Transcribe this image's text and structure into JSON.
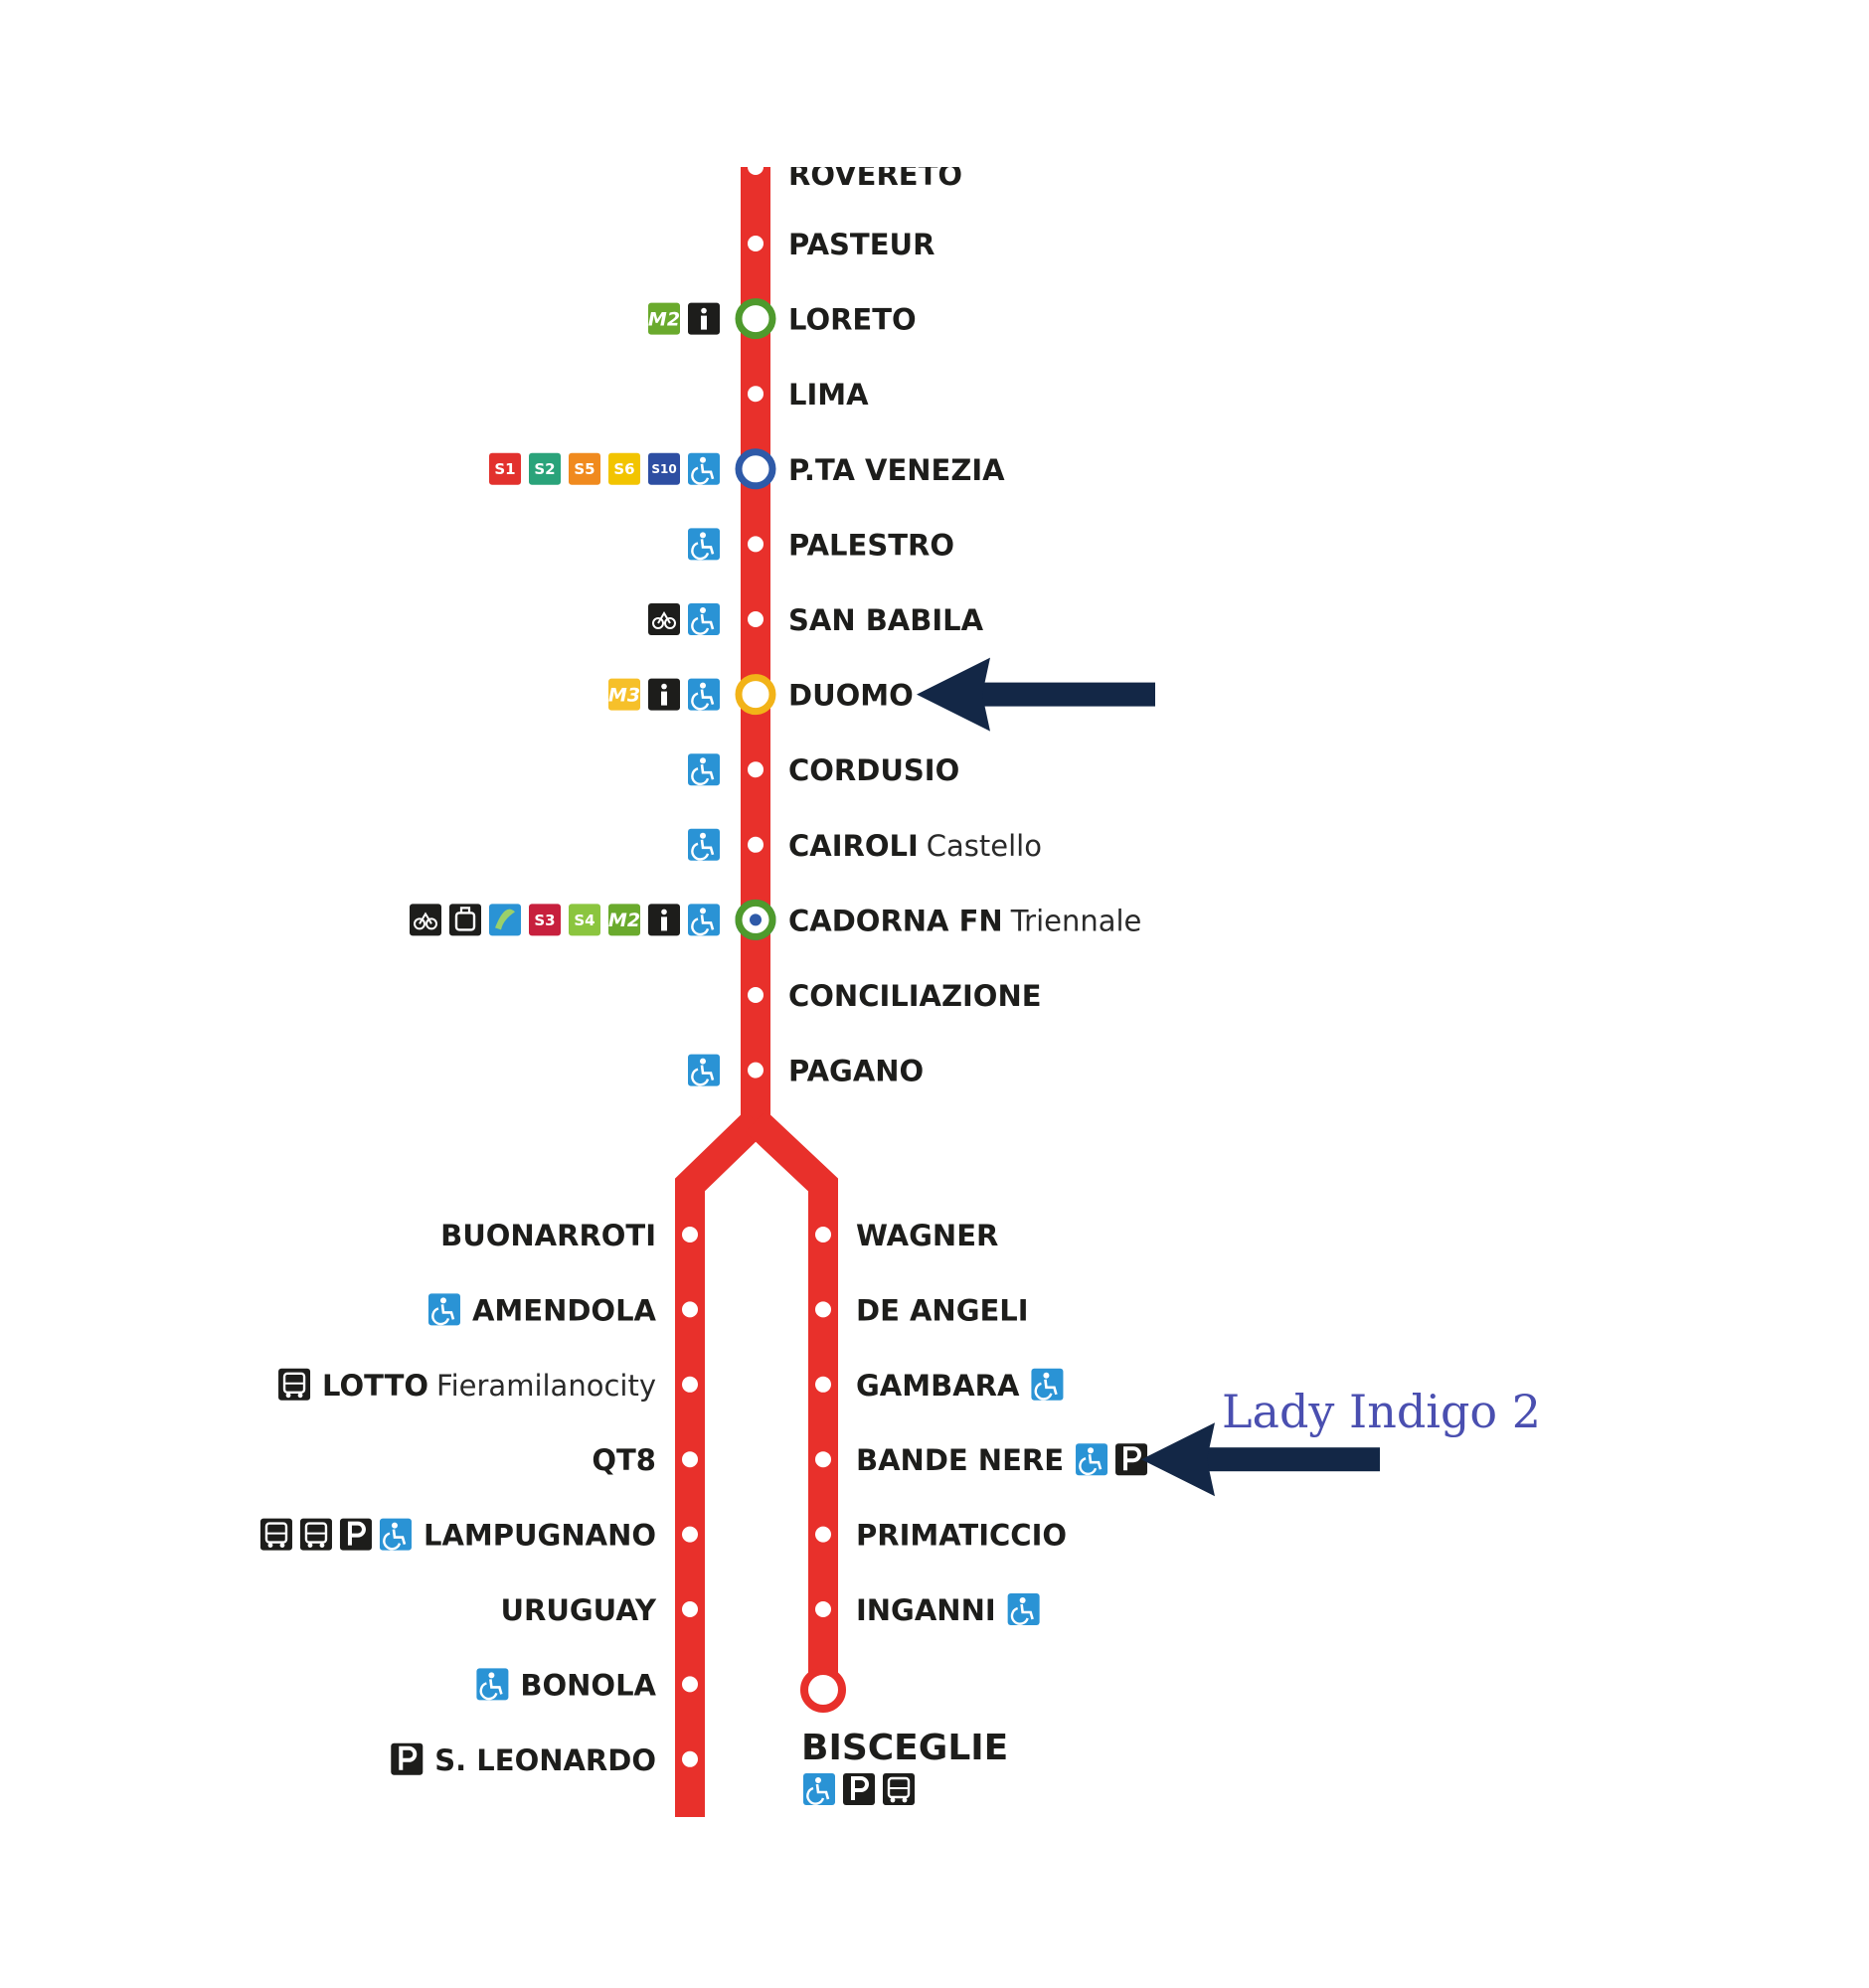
{
  "line_color": "#e8302b",
  "arrow_color": "#132746",
  "annotation": {
    "text": "Lady Indigo 2",
    "color": "#4a4fb0"
  },
  "trunk": {
    "partial_top": "ROVERETO",
    "stations": [
      {
        "name": "PASTEUR",
        "icons": []
      },
      {
        "name": "LORETO",
        "icons": [
          "M2",
          "info-icon"
        ],
        "interchange": "#4e9a2d"
      },
      {
        "name": "LIMA",
        "icons": []
      },
      {
        "name": "P.TA VENEZIA",
        "icons": [
          "S1",
          "S2",
          "S5",
          "S6",
          "S10",
          "wheelchair-icon"
        ],
        "interchange": "#2e5aa8"
      },
      {
        "name": "PALESTRO",
        "icons": [
          "wheelchair-icon"
        ]
      },
      {
        "name": "SAN BABILA",
        "icons": [
          "bike-icon",
          "wheelchair-icon"
        ]
      },
      {
        "name": "DUOMO",
        "icons": [
          "M3",
          "info-icon",
          "wheelchair-icon"
        ],
        "interchange": "#f2b318",
        "arrow": true
      },
      {
        "name": "CORDUSIO",
        "icons": [
          "wheelchair-icon"
        ]
      },
      {
        "name": "CAIROLI",
        "suffix": "Castello",
        "icons": [
          "wheelchair-icon"
        ]
      },
      {
        "name": "CADORNA FN",
        "suffix": "Triennale",
        "icons": [
          "bike-icon",
          "luggage-icon",
          "airport-icon",
          "S3",
          "S4",
          "M2",
          "info-icon",
          "wheelchair-icon"
        ],
        "interchange": "#2e5aa8",
        "ring": "#4e9a2d"
      },
      {
        "name": "CONCILIAZIONE",
        "icons": []
      },
      {
        "name": "PAGANO",
        "icons": [
          "wheelchair-icon"
        ]
      }
    ]
  },
  "branch_left": {
    "stations": [
      {
        "name": "BUONARROTI",
        "icons": []
      },
      {
        "name": "AMENDOLA",
        "icons": [
          "wheelchair-icon"
        ]
      },
      {
        "name": "LOTTO",
        "suffix": "Fieramilanocity",
        "icons": [
          "bus-icon"
        ]
      },
      {
        "name": "QT8",
        "icons": []
      },
      {
        "name": "LAMPUGNANO",
        "icons": [
          "bus-icon",
          "coach-icon",
          "parking-icon",
          "wheelchair-icon"
        ]
      },
      {
        "name": "URUGUAY",
        "icons": []
      },
      {
        "name": "BONOLA",
        "icons": [
          "wheelchair-icon"
        ]
      },
      {
        "name": "S. LEONARDO",
        "icons": [
          "parking-icon"
        ]
      }
    ]
  },
  "branch_right": {
    "stations": [
      {
        "name": "WAGNER",
        "icons": []
      },
      {
        "name": "DE ANGELI",
        "icons": []
      },
      {
        "name": "GAMBARA",
        "icons": [
          "wheelchair-icon"
        ]
      },
      {
        "name": "BANDE NERE",
        "icons": [
          "wheelchair-icon",
          "parking-icon"
        ],
        "arrow": true
      },
      {
        "name": "PRIMATICCIO",
        "icons": []
      },
      {
        "name": "INGANNI",
        "icons": [
          "wheelchair-icon"
        ]
      }
    ],
    "terminus": {
      "name": "BISCEGLIE",
      "icons": [
        "wheelchair-icon",
        "parking-icon",
        "bus-icon"
      ]
    }
  },
  "badge_colors": {
    "M2": "#6aaa2d",
    "M3": "#f6c02a",
    "S1": "#e2312d",
    "S2": "#2aa37a",
    "S3": "#c7203d",
    "S4": "#8bc53f",
    "S5": "#f08a1e",
    "S6": "#f2c400",
    "S10": "#2d4ea2",
    "wheelchair-icon": "#2a93d5",
    "info-icon": "#1d1d1b",
    "parking-icon": "#1d1d1b",
    "bus-icon": "#1d1d1b",
    "coach-icon": "#1d1d1b",
    "bike-icon": "#1d1d1b",
    "luggage-icon": "#1d1d1b",
    "airport-icon": "#2a93d5"
  }
}
